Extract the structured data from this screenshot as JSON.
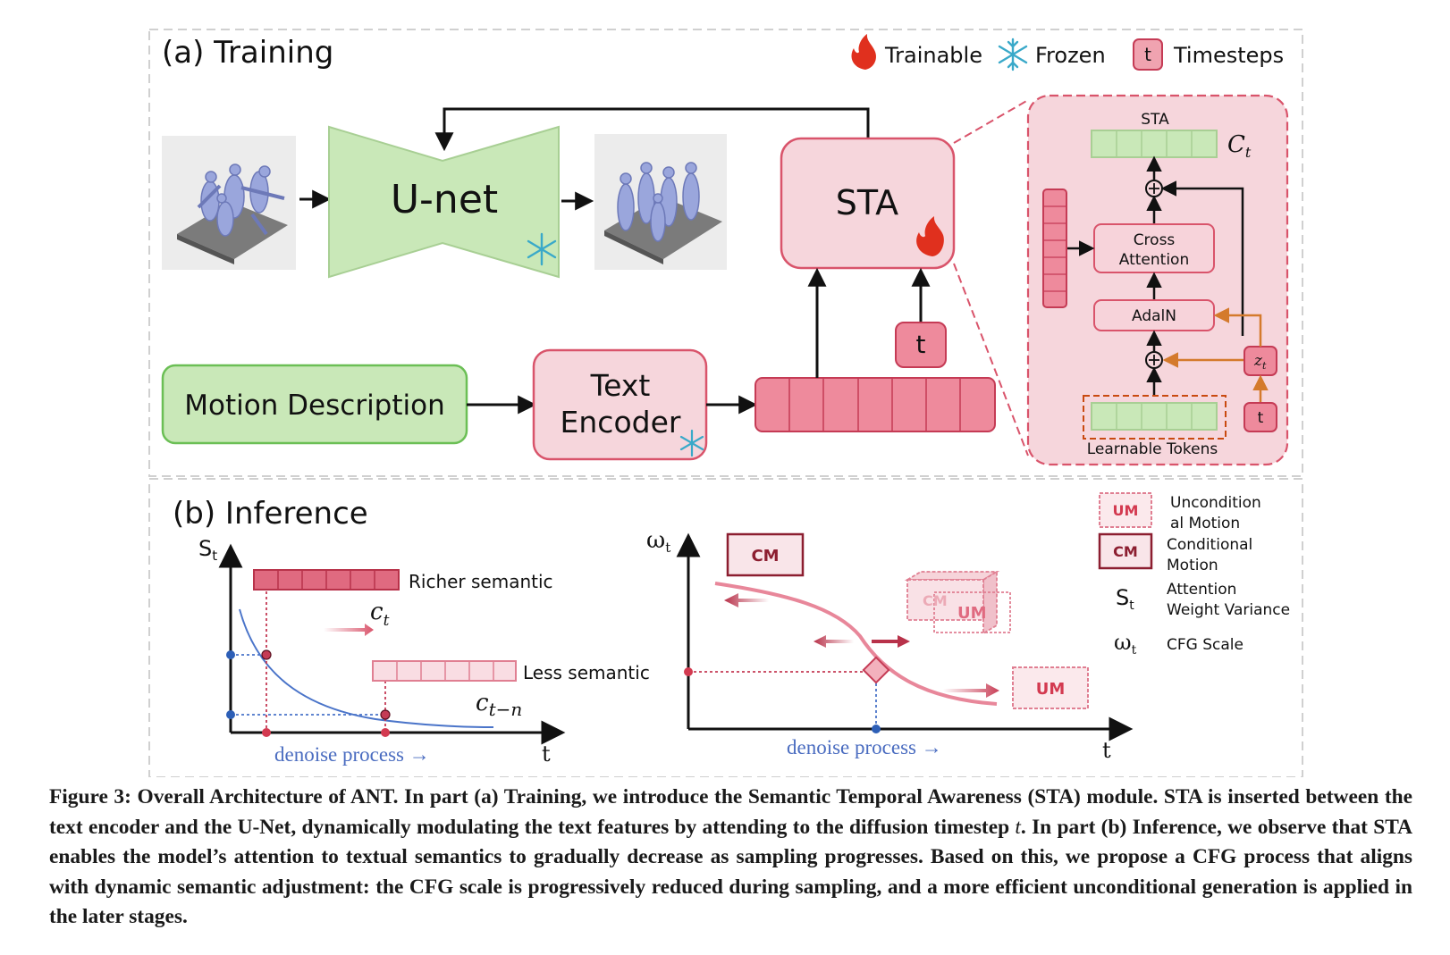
{
  "training": {
    "title": "(a) Training",
    "legend": {
      "trainable": "Trainable",
      "frozen": "Frozen",
      "timestep_key": "t",
      "timesteps": "Timesteps"
    },
    "unet_label": "U-net",
    "sta_label": "STA",
    "timestep_label": "t",
    "motion_description": "Motion Description",
    "text_encoder_line1": "Text",
    "text_encoder_line2": "Encoder",
    "detail": {
      "sta_out": "STA",
      "ct_symbol": "C",
      "ct_sub": "t",
      "cross_attention_line1": "Cross",
      "cross_attention_line2": "Attention",
      "adaln": "AdalN",
      "zt_symbol": "z",
      "zt_sub": "t",
      "t_label": "t",
      "learnable_tokens": "Learnable Tokens"
    },
    "colors": {
      "trainable_pink": "#f6d6dc",
      "frozen_green": "#c9e8b8",
      "stroke_red": "#d9546b",
      "accent_orange": "#d47a2c"
    }
  },
  "inference": {
    "title": "(b) Inference",
    "left_plot": {
      "y_symbol": "S",
      "y_sub": "t",
      "x_label": "t",
      "process_label": "denoise process →",
      "richer": "Richer semantic",
      "less": "Less semantic",
      "ct_symbol": "c",
      "ct_sub": "t",
      "ctn_symbol": "c",
      "ctn_sub": "t−n"
    },
    "right_plot": {
      "y_symbol": "ω",
      "y_sub": "t",
      "x_label": "t",
      "process_label": "denoise process →",
      "cm_box": "CM",
      "um_box": "UM",
      "cube_cm": "CM",
      "cube_um": "UM"
    },
    "legend": {
      "um_key": "UM",
      "um_line1": "Uncondition",
      "um_line2": "al Motion",
      "cm_key": "CM",
      "cm_line1": "Conditional",
      "cm_line2": "Motion",
      "st_symbol": "S",
      "st_sub": "t",
      "st_line1": "Attention",
      "st_line2": "Weight Variance",
      "wt_symbol": "ω",
      "wt_sub": "t",
      "wt_line1": "CFG Scale"
    }
  },
  "caption": {
    "part1": "Figure 3: Overall Architecture of ANT. In part (a) Training, we introduce the Semantic Temporal Awareness (STA) module. STA is inserted between the text encoder and the U-Net, dynamically modulating the text features by attending to the diffusion timestep ",
    "t_symbol": "t",
    "part2": ". In part (b) Inference, we observe that STA enables the model’s attention to textual semantics to gradually decrease as sampling progresses. Based on this, we propose a CFG process that aligns with dynamic semantic adjustment: the CFG scale is progressively reduced during sampling, and a more efficient unconditional generation is applied in the later stages."
  }
}
